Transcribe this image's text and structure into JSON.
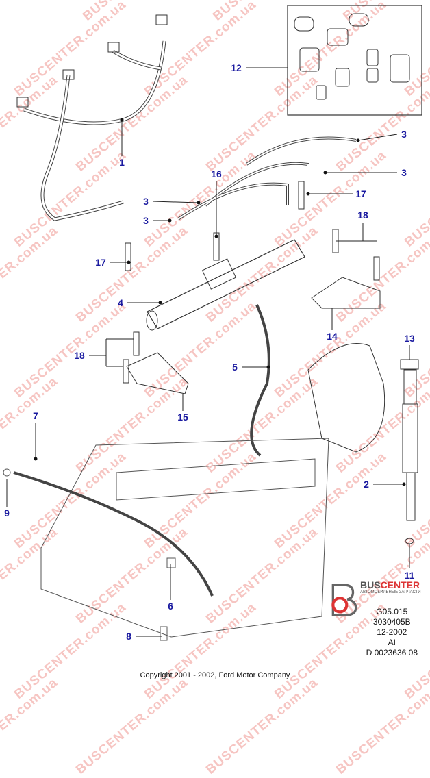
{
  "callouts": [
    "1",
    "12",
    "3",
    "3",
    "16",
    "3",
    "3",
    "17",
    "18",
    "17",
    "4",
    "14",
    "18",
    "5",
    "13",
    "15",
    "7",
    "9",
    "2",
    "11",
    "6",
    "8"
  ],
  "watermark": "BUSCENTER.com.ua",
  "logo": {
    "brand_a": "BUS",
    "brand_b": "CENTER",
    "tagline": "АВТОМОБИЛЬНЫЕ ЗАПЧАСТИ"
  },
  "codes": [
    "G05.015",
    "3030405B",
    "12-2002",
    "AI",
    "D 0023636 08"
  ],
  "copyright": "Copyright 2001 - 2002, Ford Motor Company",
  "colors": {
    "callout": "#1a1aa0",
    "watermark": "#e65a50"
  }
}
